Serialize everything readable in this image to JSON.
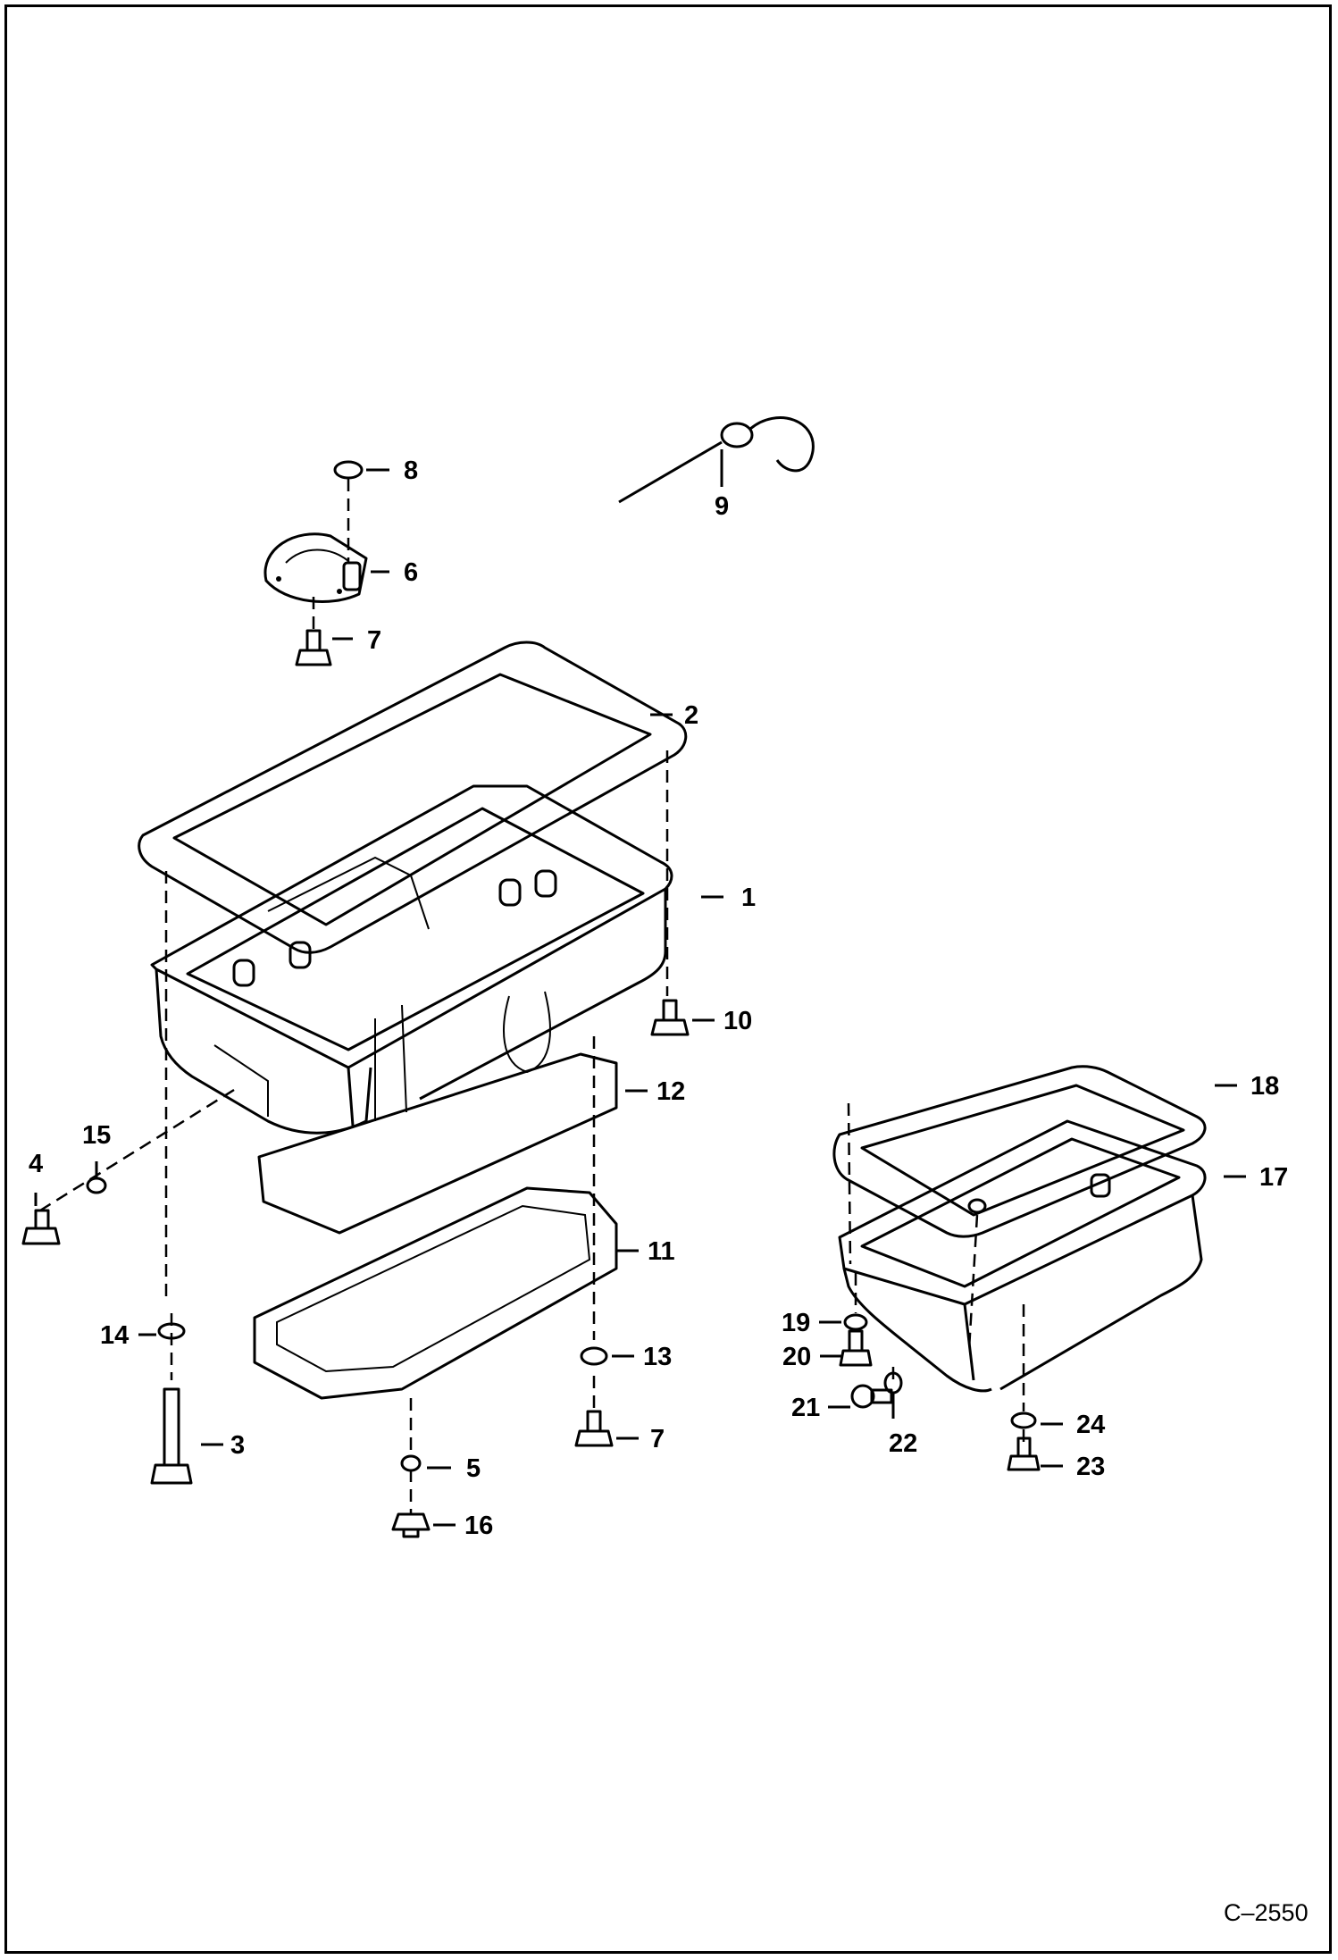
{
  "figure_code": "C–2550",
  "callouts": {
    "c1": "1",
    "c2": "2",
    "c3": "3",
    "c4": "4",
    "c5": "5",
    "c6": "6",
    "c7a": "7",
    "c7b": "7",
    "c8": "8",
    "c9": "9",
    "c10": "10",
    "c11": "11",
    "c12": "12",
    "c13": "13",
    "c14": "14",
    "c15": "15",
    "c16": "16",
    "c17": "17",
    "c18": "18",
    "c19": "19",
    "c20": "20",
    "c21": "21",
    "c22": "22",
    "c23": "23",
    "c24": "24"
  }
}
